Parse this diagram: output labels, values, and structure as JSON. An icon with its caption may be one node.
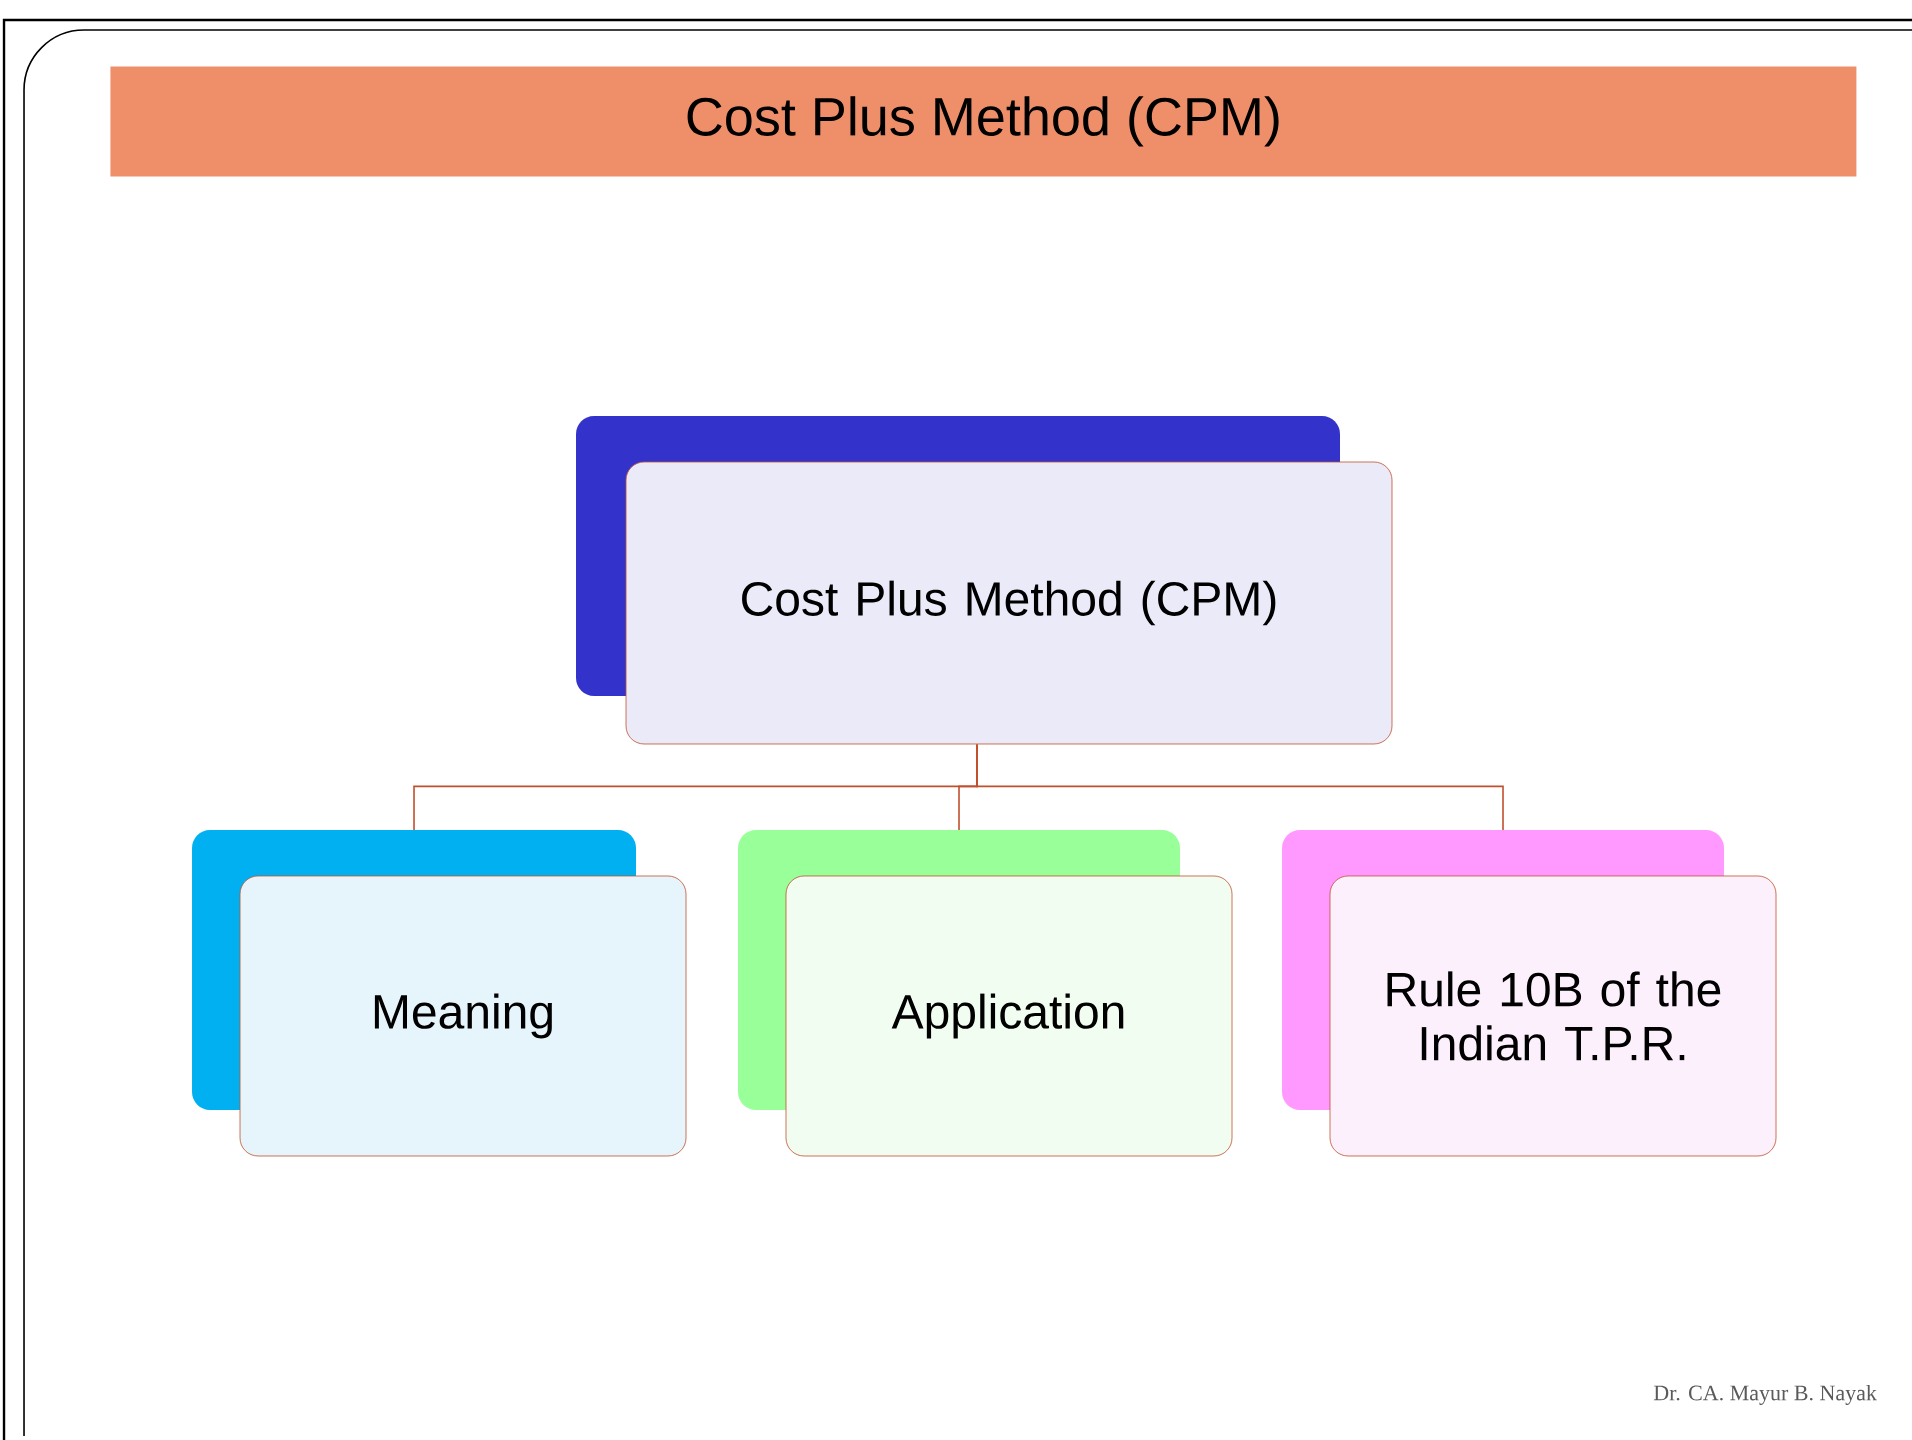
{
  "diagram": {
    "title": "Cost Plus Method (CPM)",
    "nodes": [
      {
        "text": [
          "Cost Plus Method (CPM)"
        ]
      },
      {
        "text": [
          "Meaning"
        ]
      },
      {
        "text": [
          "Application"
        ]
      },
      {
        "text": [
          "Rule 10B of the Indian T.P.R."
        ]
      }
    ],
    "edges": [
      {
        "from": 0,
        "to": 1,
        "arrow": "none"
      },
      {
        "from": 0,
        "to": 2,
        "arrow": "none"
      },
      {
        "from": 0,
        "to": 3,
        "arrow": "none"
      }
    ],
    "labels": [
      "Dr. CA. Mayur B. Nayak"
    ]
  }
}
